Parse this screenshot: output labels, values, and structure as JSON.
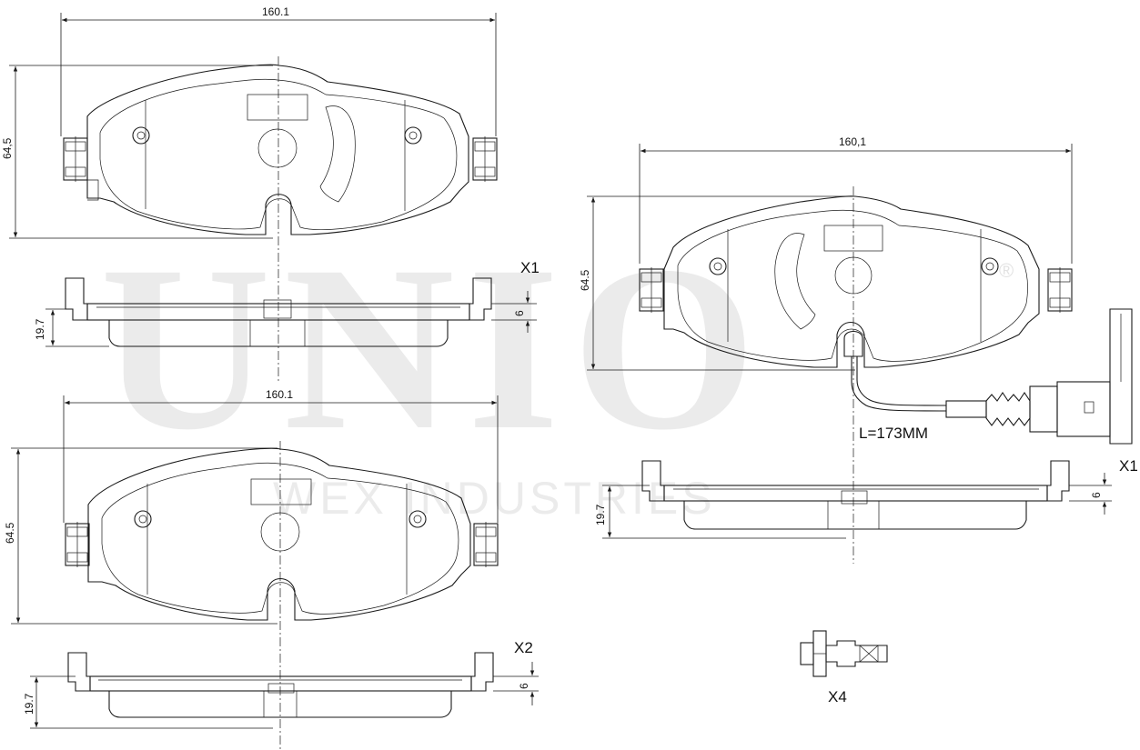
{
  "watermark": {
    "brand": "UNIO",
    "registered_mark": "®",
    "subtitle": "WEX INDUSTRIES"
  },
  "views": {
    "pad_top_left": {
      "width_dim": "160.1",
      "height_dim": "64,5"
    },
    "side_top_left": {
      "thickness_dim": "19.7",
      "backplate_dim": "6",
      "quantity": "X1"
    },
    "pad_bottom_left": {
      "width_dim": "160.1",
      "height_dim": "64.5"
    },
    "side_bottom_left": {
      "thickness_dim": "19.7",
      "backplate_dim": "6",
      "quantity": "X2"
    },
    "pad_right": {
      "width_dim": "160,1",
      "height_dim": "64.5"
    },
    "wear_sensor": {
      "length_label": "L=173MM",
      "quantity": "X1"
    },
    "side_right": {
      "thickness_dim": "19.7",
      "backplate_dim": "6"
    },
    "bolt": {
      "quantity": "X4"
    }
  }
}
